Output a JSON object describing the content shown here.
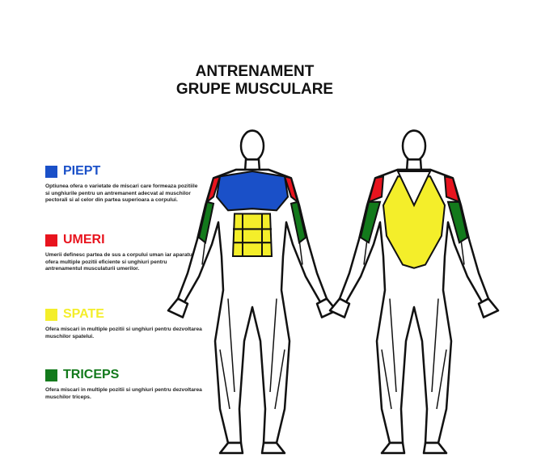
{
  "title": {
    "line1": "ANTRENAMENT",
    "line2": "GRUPE MUSCULARE"
  },
  "sections": [
    {
      "name": "PIEPT",
      "color": "#1a50c8",
      "text": "Optiunea ofera o varietate de miscari care formeaza pozitiile si unghiurile pentru un antremanent adecvat al muschilor pectorali si al celor din partea superioara a corpului."
    },
    {
      "name": "UMERI",
      "color": "#e8141e",
      "text": "Umerii definesc partea de sus a corpului uman iar aparatul ofera multiple pozitii eficiente si unghiuri pentru antrenamentul musculaturii umerilor."
    },
    {
      "name": "SPATE",
      "color": "#f4ee2a",
      "text": "Ofera miscari in multiple pozitii si unghiuri pentru dezvoltarea muschilor spatelui."
    },
    {
      "name": "TRICEPS",
      "color": "#137a1c",
      "text": "Ofera miscari in multiple pozitii si unghiuri pentru dezvoltarea muschilor triceps."
    }
  ]
}
